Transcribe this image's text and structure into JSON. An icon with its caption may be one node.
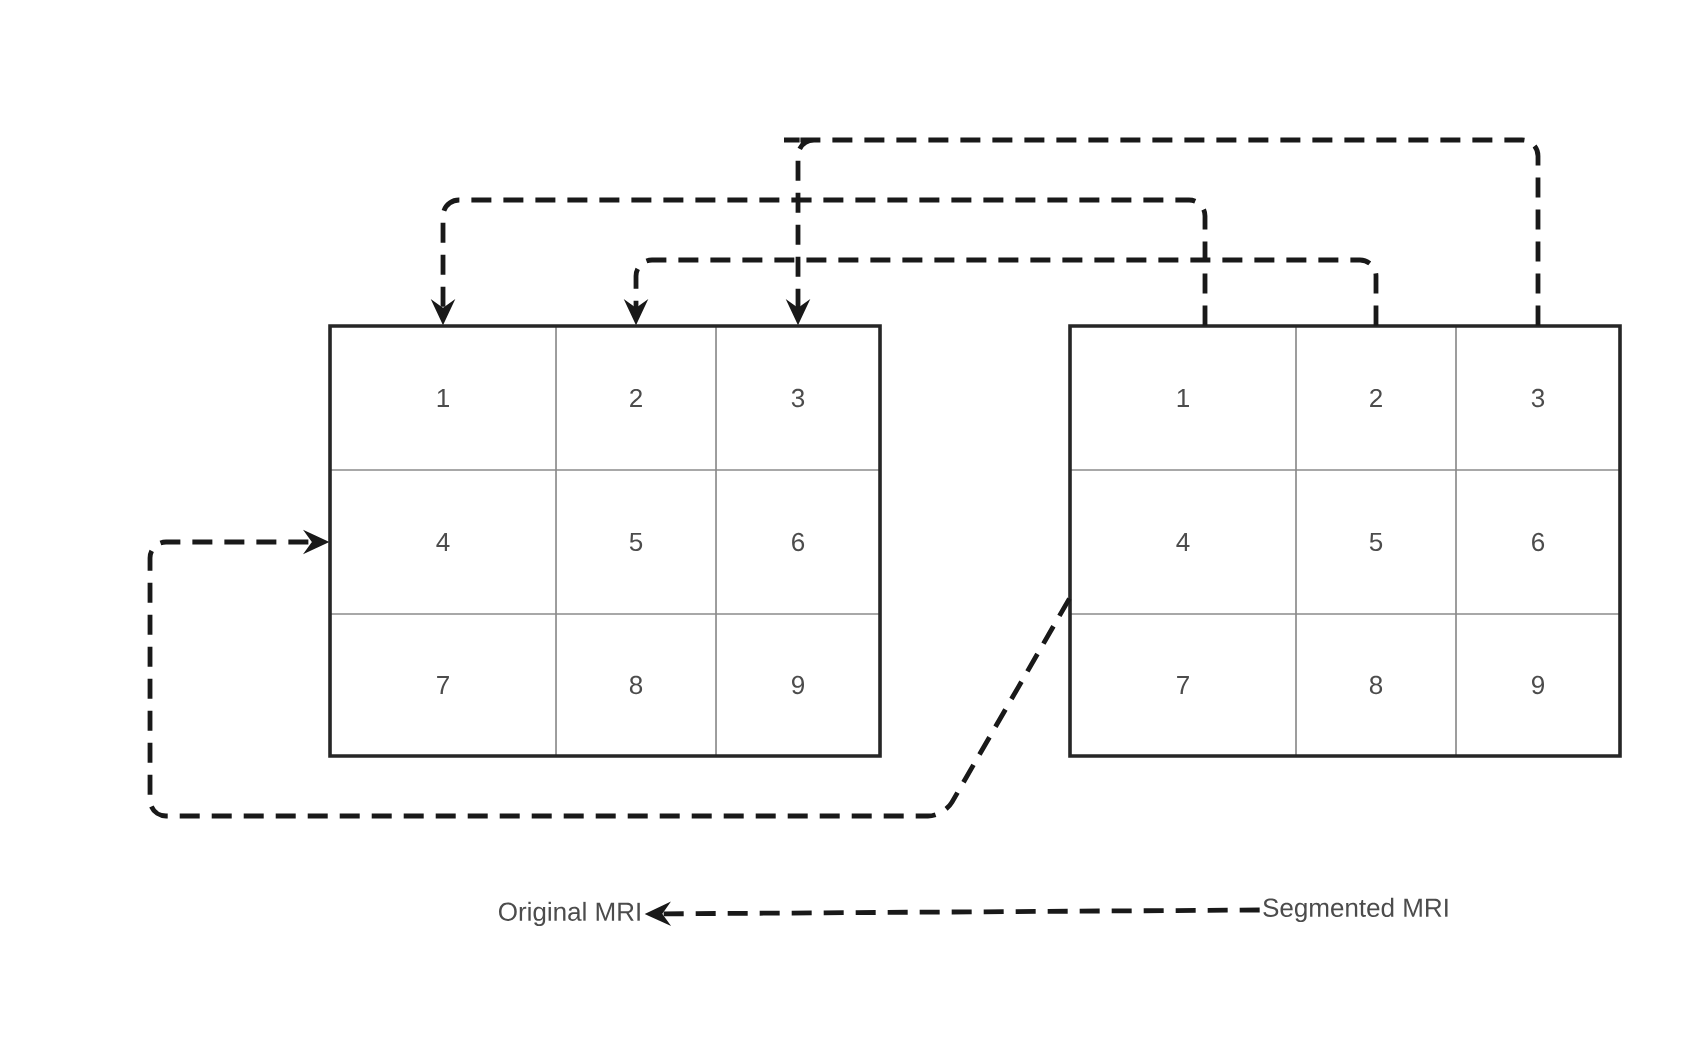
{
  "diagram": {
    "nodes": [
      {
        "text": [],
        "shape": "box"
      },
      {
        "text": [
          "1"
        ],
        "in": 0
      },
      {
        "text": [
          "2"
        ],
        "in": 0
      },
      {
        "text": [
          "3"
        ],
        "in": 0
      },
      {
        "text": [
          "4"
        ],
        "in": 0
      },
      {
        "text": [
          "5"
        ],
        "in": 0
      },
      {
        "text": [
          "6"
        ],
        "in": 0
      },
      {
        "text": [
          "7"
        ],
        "in": 0
      },
      {
        "text": [
          "8"
        ],
        "in": 0
      },
      {
        "text": [
          "9"
        ],
        "in": 0
      },
      {
        "text": [],
        "shape": "box"
      },
      {
        "text": [
          "1"
        ],
        "in": 10
      },
      {
        "text": [
          "2"
        ],
        "in": 10
      },
      {
        "text": [
          "3"
        ],
        "in": 10
      },
      {
        "text": [
          "4"
        ],
        "in": 10
      },
      {
        "text": [
          "5"
        ],
        "in": 10
      },
      {
        "text": [
          "6"
        ],
        "in": 10
      },
      {
        "text": [
          "7"
        ],
        "in": 10
      },
      {
        "text": [
          "8"
        ],
        "in": 10
      },
      {
        "text": [
          "9"
        ],
        "in": 10
      },
      {
        "text": [
          "Original MRI"
        ]
      },
      {
        "text": [
          "Segmented MRI"
        ]
      }
    ],
    "edges": [
      {
        "from": 11,
        "to": 1,
        "arrow": "to",
        "style": "dashed"
      },
      {
        "from": 12,
        "to": 2,
        "arrow": "to",
        "style": "dashed"
      },
      {
        "from": 13,
        "to": 3,
        "arrow": "to",
        "style": "dashed"
      },
      {
        "from": 14,
        "to": 4,
        "arrow": "to",
        "style": "dashed"
      },
      {
        "from": 21,
        "to": 20,
        "arrow": "to",
        "style": "dashed"
      }
    ]
  }
}
